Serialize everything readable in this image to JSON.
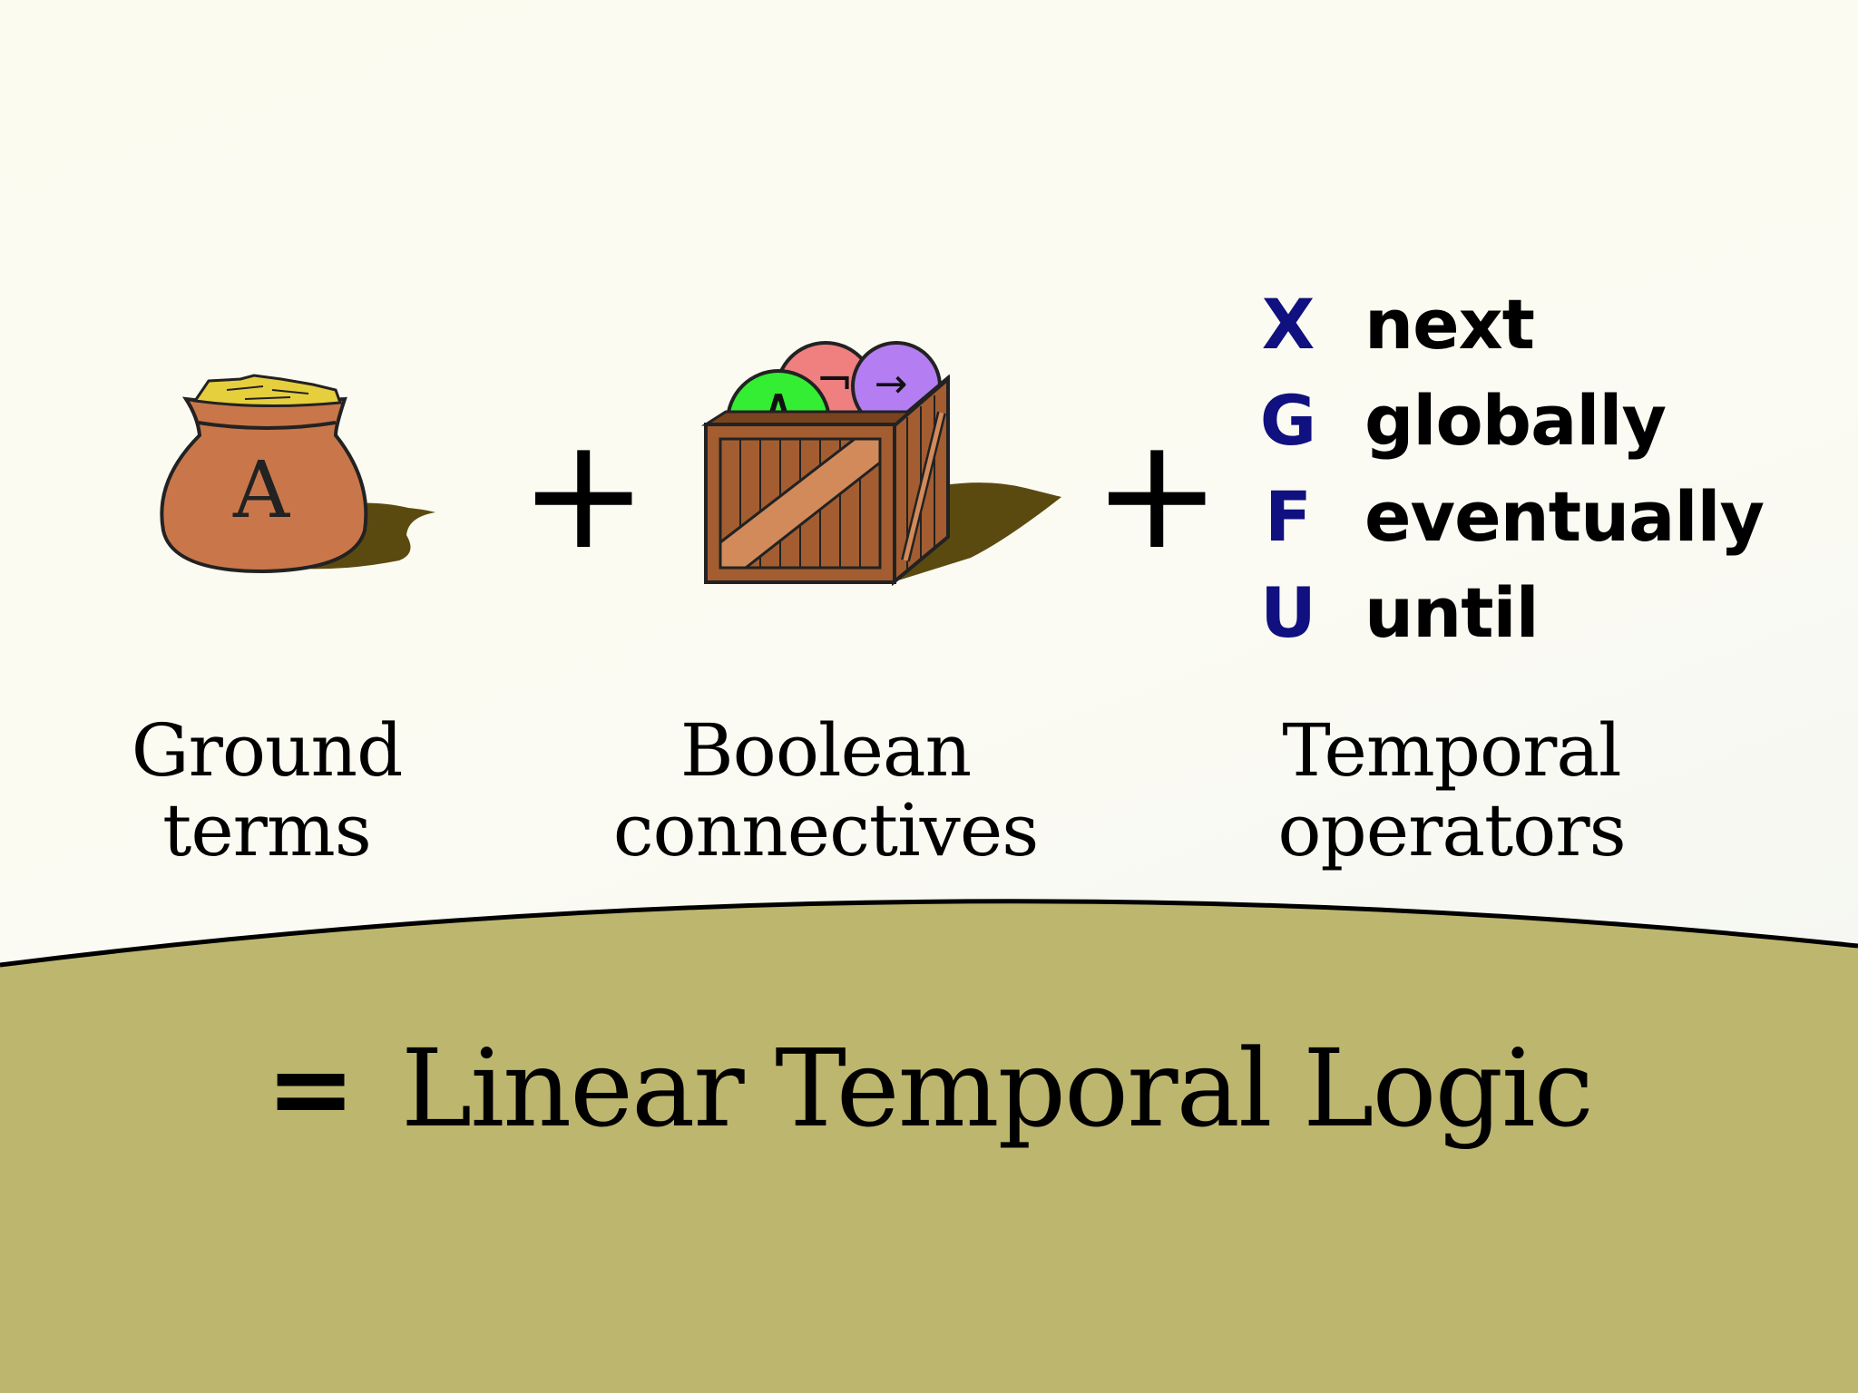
{
  "slide": {
    "items": [
      {
        "icon": "money-bag-icon",
        "icon_letter": "A",
        "caption_lines": [
          "Ground",
          "terms"
        ]
      },
      {
        "icon": "crate-icon",
        "icon_symbols": [
          "∧",
          "¬",
          "→"
        ],
        "caption_lines": [
          "Boolean",
          "connectives"
        ]
      },
      {
        "icon": "operator-list",
        "caption_lines": [
          "Temporal",
          "operators"
        ]
      }
    ],
    "plus_sign": "+",
    "operators": [
      {
        "symbol": "X",
        "word": "next"
      },
      {
        "symbol": "G",
        "word": "globally"
      },
      {
        "symbol": "F",
        "word": "eventually"
      },
      {
        "symbol": "U",
        "word": "until"
      }
    ],
    "result": {
      "equals": "=",
      "text": "Linear Temporal Logic"
    }
  },
  "colors": {
    "background_top": "#fcfbf0",
    "ground": "#bdb66e",
    "operator_symbol": "#101080",
    "bag": "#c9774a",
    "crate": "#a35d31",
    "ball_green": "#33ee33",
    "ball_red": "#f08080",
    "ball_purple": "#b47ef2"
  }
}
